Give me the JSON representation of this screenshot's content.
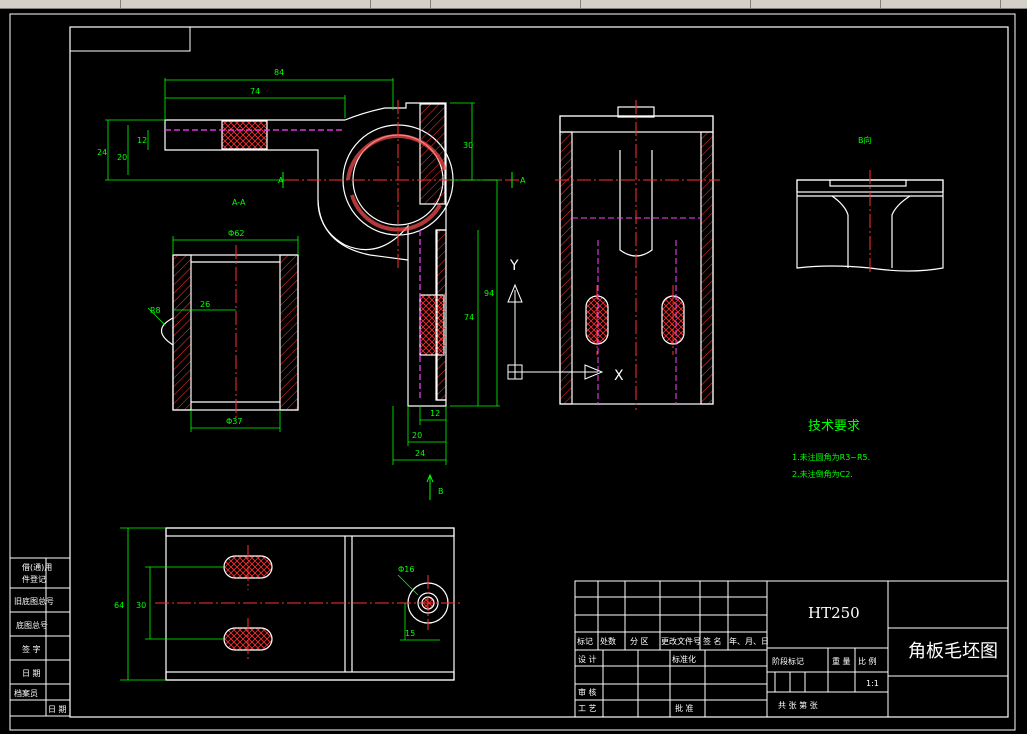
{
  "toolbar": {
    "hint": "..."
  },
  "dimensions": {
    "d84": "84",
    "d74": "74",
    "d12": "12",
    "d24": "24",
    "d20": "20",
    "d30": "30",
    "d94": "94",
    "d74v": "74",
    "d12b": "12",
    "d20b": "20",
    "d24b": "24",
    "phi62": "Φ62",
    "phi37": "Φ37",
    "d26": "26",
    "r8": "R8",
    "phi16": "Φ16",
    "d64": "64",
    "d30b": "30",
    "d15": "15"
  },
  "view_labels": {
    "section_aa": "A-A",
    "arrow_a_left": "A",
    "arrow_a_right": "A",
    "arrow_b": "B",
    "view_b": "B向",
    "axis_y": "Y",
    "axis_x": "X"
  },
  "tech_req": {
    "title": "技术要求",
    "line1": "1.未注圆角为R3~R5.",
    "line2": "2.未注倒角为C2."
  },
  "side_table": {
    "r1": "借(通)用",
    "r2": "件登记",
    "r3": "旧底图总号",
    "r4": "底图总号",
    "r5": "签 字",
    "r6": "日 期",
    "r7": "档案员",
    "r8": "日 期"
  },
  "title_block": {
    "material": "HT250",
    "drawing_name": "角板毛坯图",
    "h_mark": "标记",
    "h_count": "处数",
    "h_zone": "分 区",
    "h_doc": "更改文件号",
    "h_sign": "签 名",
    "h_date": "年、月、日",
    "design": "设 计",
    "standard": "标准化",
    "stage": "阶段标记",
    "weight": "重 量",
    "ratio": "比 例",
    "scale": "1:1",
    "review": "审 核",
    "process": "工 艺",
    "approve": "批 准",
    "total": "共  张  第  张"
  }
}
